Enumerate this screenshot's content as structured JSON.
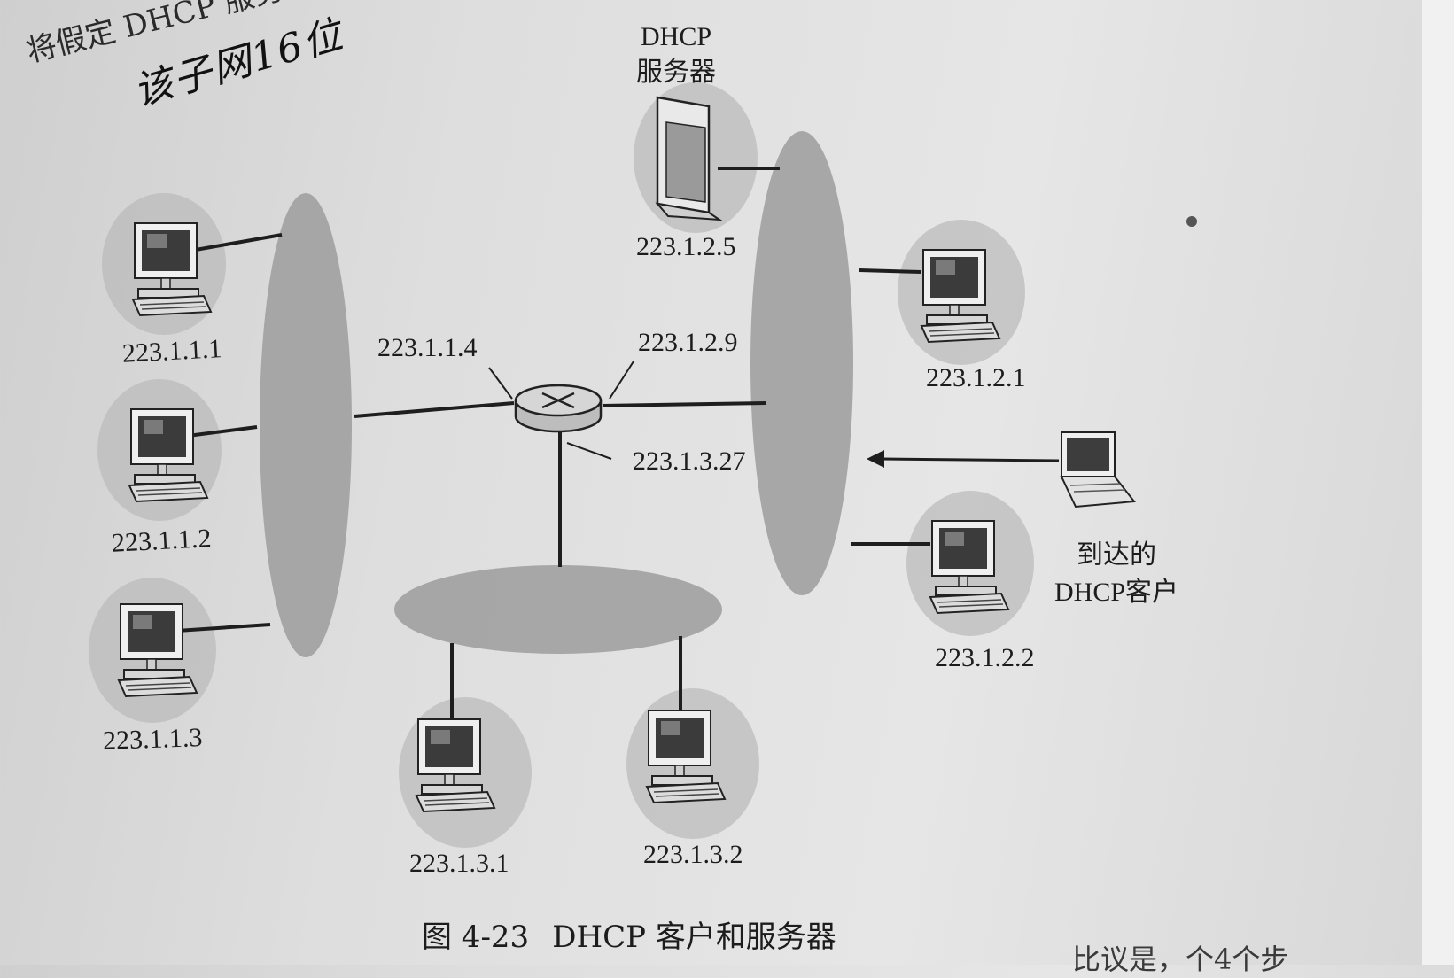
{
  "page_header_text": "将假定 DHCP 服务器在该子网",
  "handwritten_note": "该子网16位",
  "dhcp_server": {
    "title_line1": "DHCP",
    "title_line2": "服务器",
    "ip": "223.1.2.5"
  },
  "hosts_subnet1": [
    "223.1.1.1",
    "223.1.1.2",
    "223.1.1.3"
  ],
  "hosts_subnet2": [
    "223.1.2.1",
    "223.1.2.2"
  ],
  "hosts_subnet3": [
    "223.1.3.1",
    "223.1.3.2"
  ],
  "router_interfaces": {
    "subnet1": "223.1.1.4",
    "subnet2": "223.1.2.9",
    "subnet3": "223.1.3.27"
  },
  "arriving_client": {
    "line1": "到达的",
    "line2": "DHCP客户"
  },
  "caption": {
    "figure_number": "图 4-23",
    "title": "DHCP 客户和服务器"
  },
  "bottom_text_fragment": "比议是，个4个步"
}
